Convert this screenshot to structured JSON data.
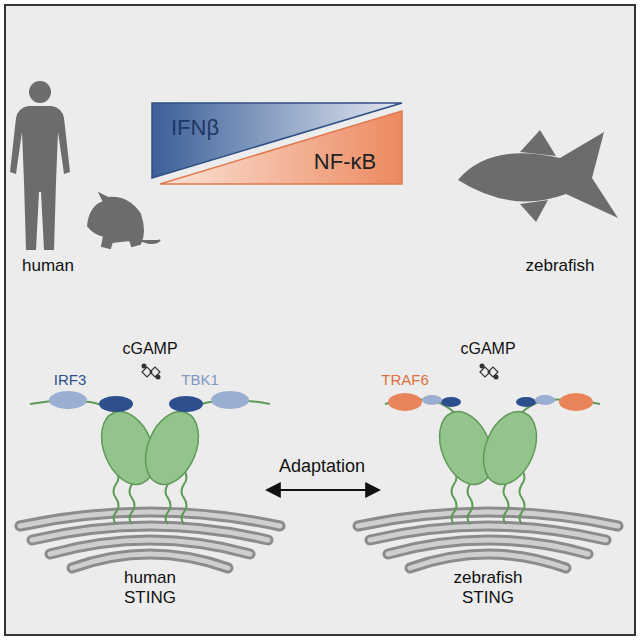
{
  "diagram": {
    "labels": [
      "IFNβ",
      "NF-κB",
      "human",
      "zebrafish",
      "cGAMP",
      "IRF3",
      "TBK1",
      "human STING",
      "Adaptation",
      "cGAMP",
      "TRAF6",
      "zebrafish STING"
    ]
  }
}
